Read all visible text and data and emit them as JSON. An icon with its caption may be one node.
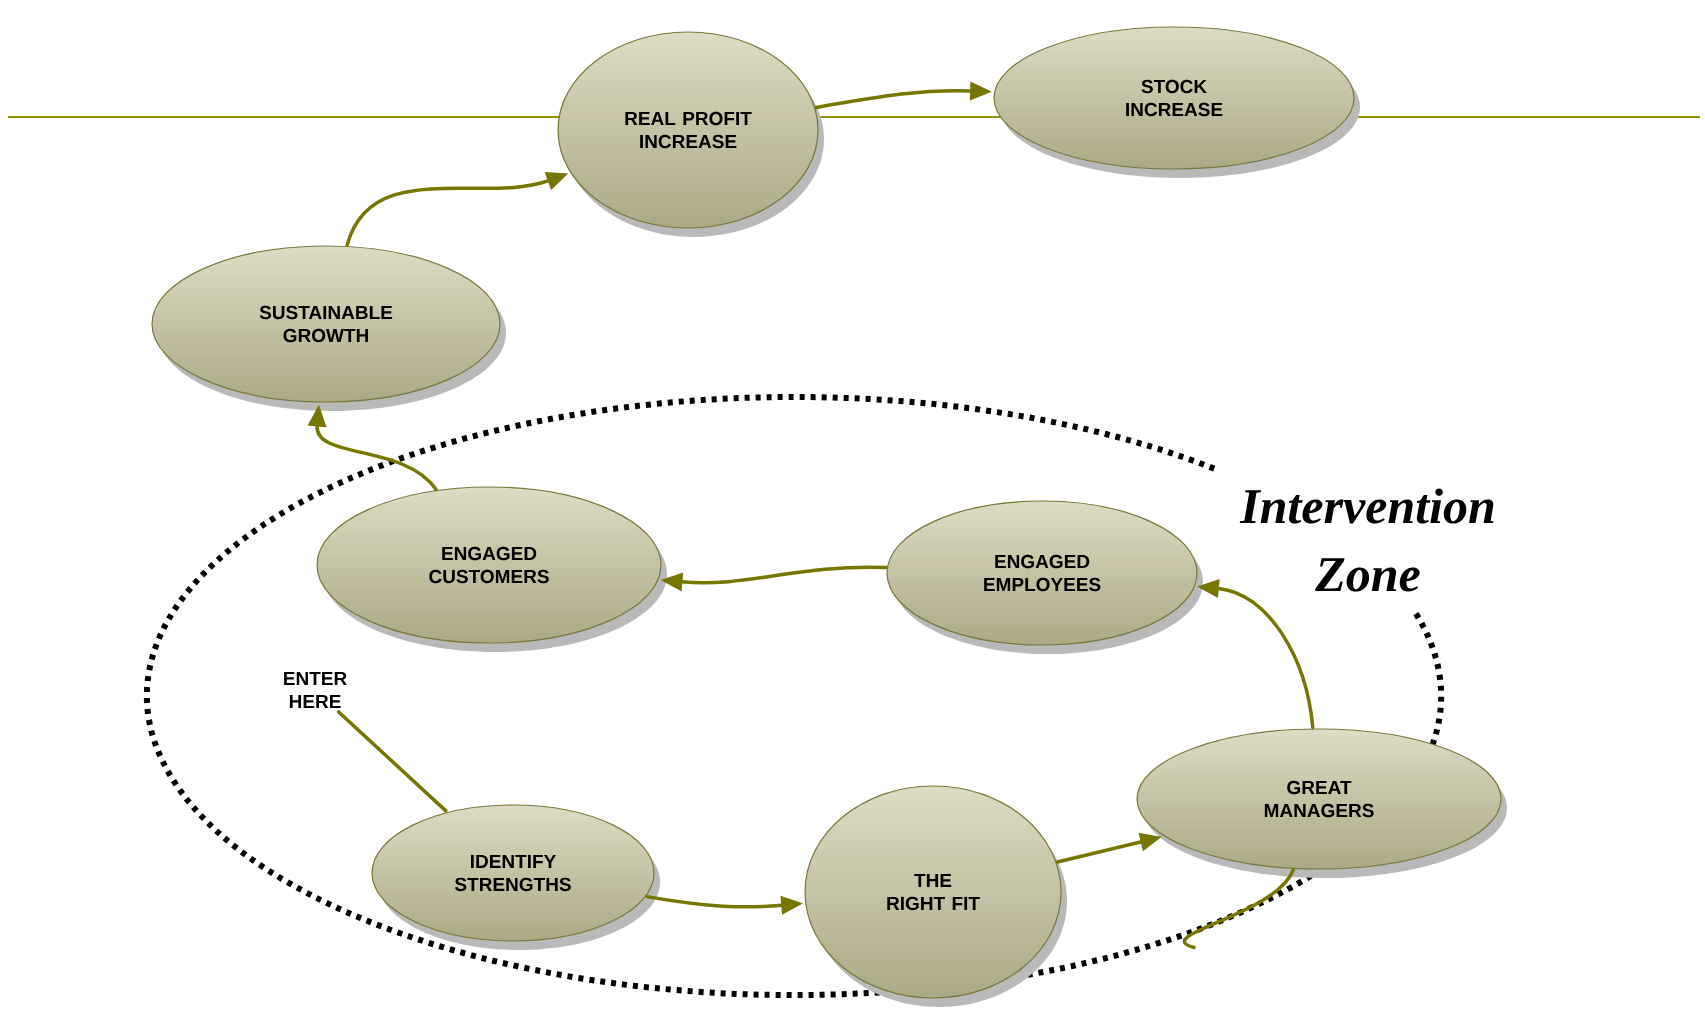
{
  "diagram": {
    "nodes": [
      {
        "text": [
          "REAL PROFIT INCREASE"
        ]
      },
      {
        "text": [
          "STOCK INCREASE"
        ]
      },
      {
        "text": [
          "SUSTAINABLE GROWTH"
        ]
      },
      {
        "text": [
          "ENGAGED CUSTOMERS"
        ]
      },
      {
        "text": [
          "ENGAGED EMPLOYEES"
        ]
      },
      {
        "text": [
          "ENTER HERE"
        ]
      },
      {
        "text": [
          "IDENTIFY STRENGTHS"
        ]
      },
      {
        "text": [
          "THE RIGHT FIT"
        ]
      },
      {
        "text": [
          "GREAT MANAGERS"
        ]
      }
    ],
    "edges": [
      {
        "from": 5,
        "to": 6,
        "arrow": "none"
      },
      {
        "from": 6,
        "to": 7,
        "arrow": "to"
      },
      {
        "from": 7,
        "to": 8,
        "arrow": "to"
      },
      {
        "from": 8,
        "to": 4,
        "arrow": "to"
      },
      {
        "from": 4,
        "to": 3,
        "arrow": "to"
      },
      {
        "from": 3,
        "to": 2,
        "arrow": "to"
      },
      {
        "from": 2,
        "to": 0,
        "arrow": "to"
      },
      {
        "from": 0,
        "to": 1,
        "arrow": "to"
      },
      {
        "from": 8,
        "to": null,
        "arrow": "none"
      }
    ],
    "labels": [
      "Intervention Zone"
    ]
  }
}
